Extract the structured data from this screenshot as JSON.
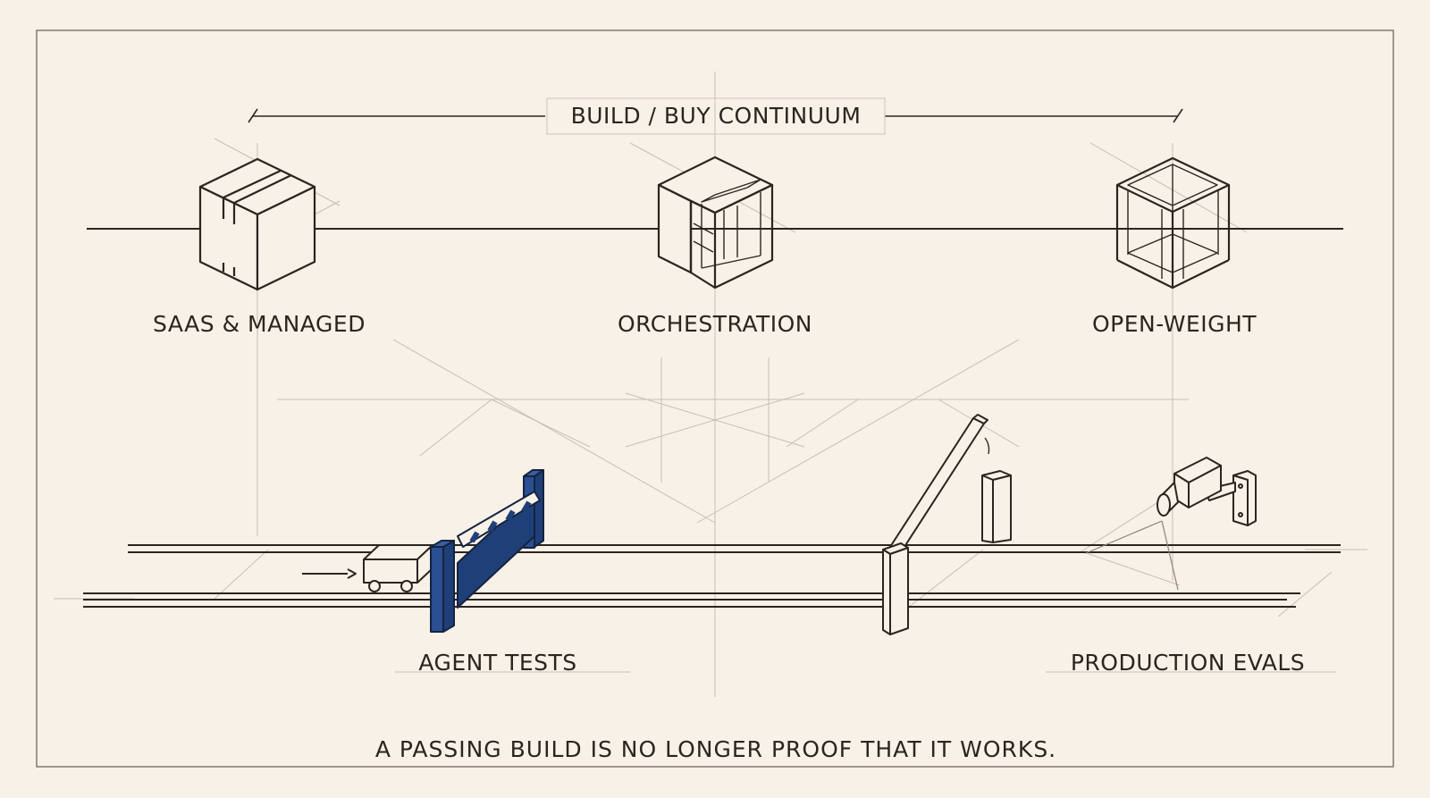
{
  "continuum": {
    "title": "BUILD / BUY CONTINUUM",
    "nodes": [
      {
        "label": "SAAS & MANAGED",
        "icon": "sealed-box-icon"
      },
      {
        "label": "ORCHESTRATION",
        "icon": "partial-frame-box-icon"
      },
      {
        "label": "OPEN-WEIGHT",
        "icon": "open-frame-cube-icon"
      }
    ]
  },
  "pipeline": {
    "stages": [
      {
        "label": "AGENT TESTS",
        "icon": "closed-gate-icon"
      },
      {
        "label": "PRODUCTION EVALS",
        "icon": "security-camera-icon"
      }
    ],
    "open_gate_icon": "open-gate-icon",
    "vehicle_icon": "cart-icon"
  },
  "footer": {
    "caption": "A PASSING BUILD IS NO LONGER PROOF THAT IT WORKS."
  },
  "colors": {
    "paper": "#f8f1e7",
    "ink": "#2b2520",
    "accent_blue": "#1f3f78"
  }
}
